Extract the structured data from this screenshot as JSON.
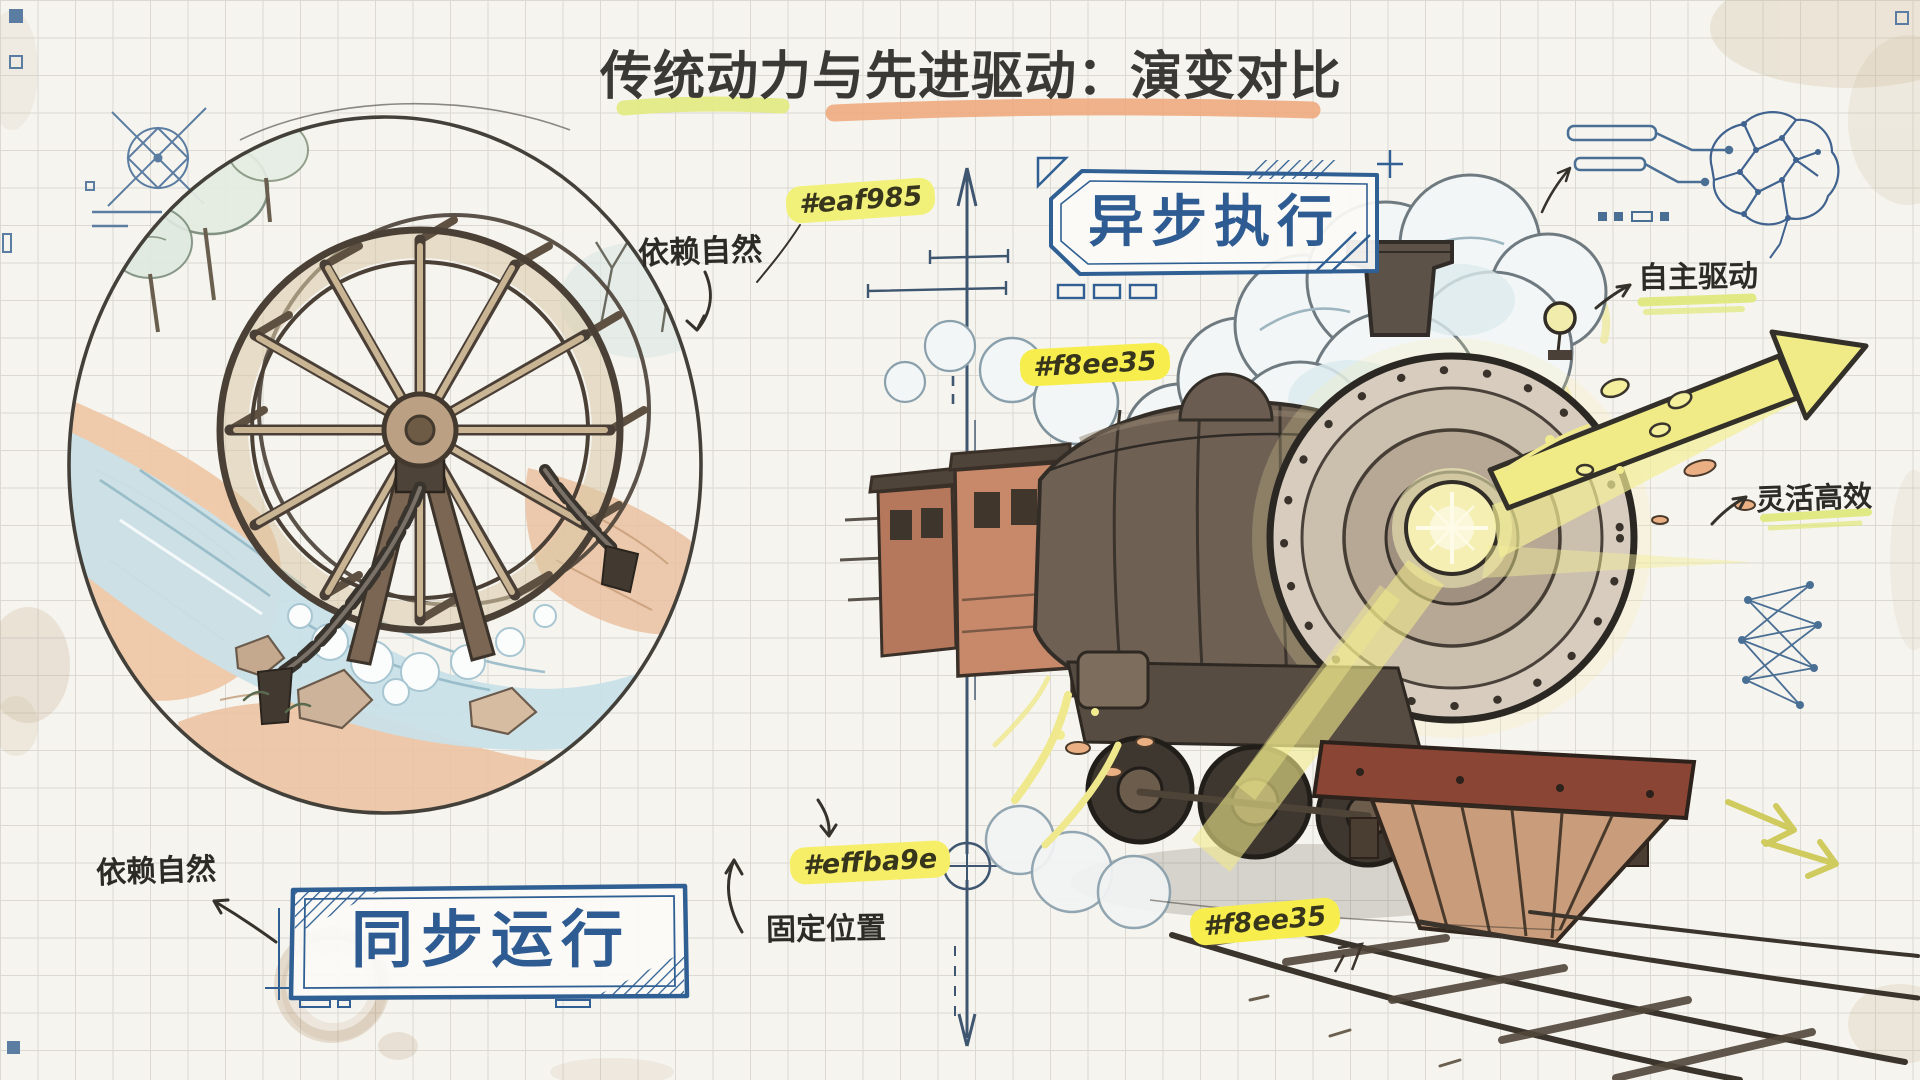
{
  "title": {
    "text": "传统动力与先进驱动：演变对比"
  },
  "left_scene": {
    "subject": "waterwheel",
    "banner": "同步运行",
    "label_top": "依赖自然",
    "label_bottom_left": "依赖自然",
    "label_fixed": "固定位置",
    "hex_tag_top": "#eaf985",
    "hex_tag_bottom": "#effba9e"
  },
  "right_scene": {
    "subject": "steam-locomotive",
    "banner": "异步执行",
    "label_drive": "自主驱动",
    "label_flexible": "灵活高效",
    "hex_tag_left": "#f8ee35",
    "hex_tag_bottom": "#f8ee35"
  },
  "colors": {
    "paper": "#f6f4ef",
    "grid_line": "#dbd9d2",
    "ink": "#39362f",
    "blueprint_blue": "#2e5b91",
    "accent_blue": "#4a6f94",
    "highlight_yellow_green": "#eaf985",
    "highlight_yellow": "#f8ee35",
    "highlight_salmon": "#efba9e"
  }
}
